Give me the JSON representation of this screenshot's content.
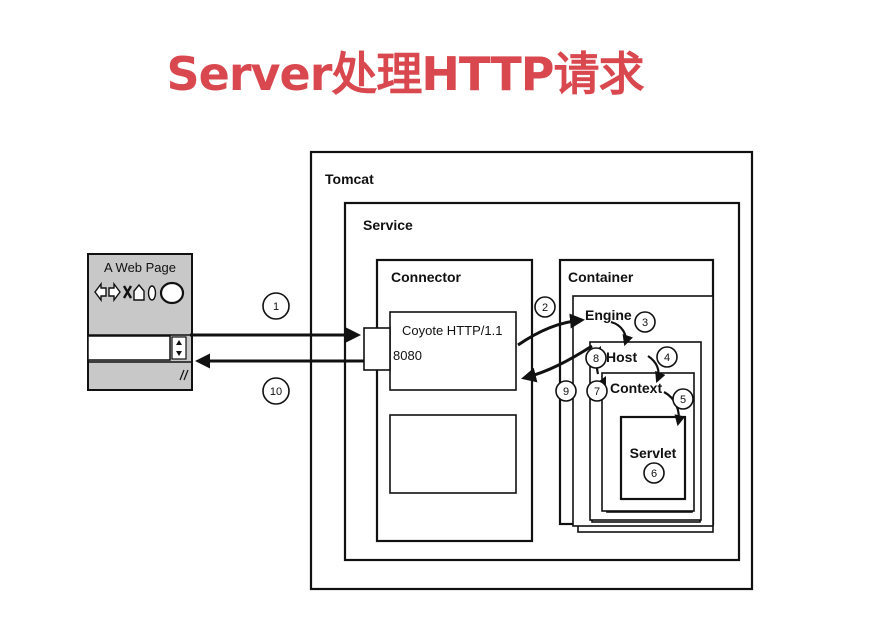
{
  "title": "Server处理HTTP请求",
  "browser": {
    "caption": "A Web Page"
  },
  "tomcat": {
    "label": "Tomcat"
  },
  "service": {
    "label": "Service"
  },
  "connector": {
    "label": "Connector",
    "protocol": "Coyote HTTP/1.1",
    "port": "8080"
  },
  "container": {
    "label": "Container"
  },
  "engine": {
    "label": "Engine"
  },
  "host": {
    "label": "Host"
  },
  "context": {
    "label": "Context"
  },
  "servlet": {
    "label": "Servlet"
  },
  "steps": [
    "1",
    "2",
    "3",
    "4",
    "5",
    "6",
    "7",
    "8",
    "9",
    "10"
  ]
}
